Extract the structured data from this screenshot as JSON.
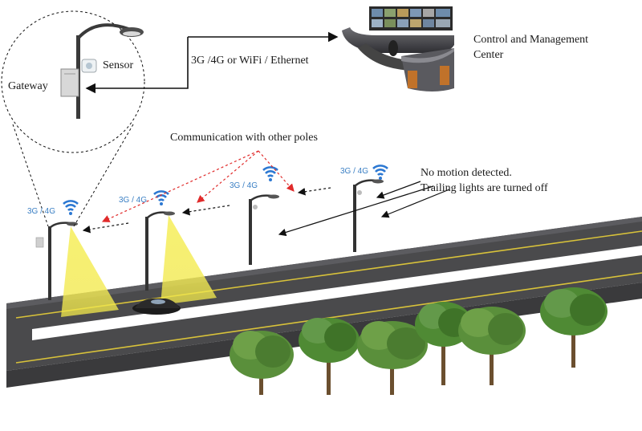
{
  "labels": {
    "gateway": "Gateway",
    "sensor": "Sensor",
    "link": "3G /4G or WiFi / Ethernet",
    "control_center_line1": "Control and Management",
    "control_center_line2": "Center",
    "communication": "Communication with other poles",
    "no_motion_line1": "No motion detected.",
    "no_motion_line2": "Trailing  lights  are turned off"
  },
  "pole_radio_labels": [
    "3G / 4G",
    "3G / 4G",
    "3G / 4G",
    "3G / 4G"
  ],
  "colors": {
    "road": "#4a4a4c",
    "road_edge": "#6b6b6e",
    "lane_yellow": "#d8c23a",
    "lane_white": "#ffffff",
    "light_cone": "#f3ec55",
    "wifi_blue": "#2c78d2",
    "red_dashed": "#e02b2b",
    "arrow_black": "#111111",
    "tree_green": "#4f8a34"
  }
}
